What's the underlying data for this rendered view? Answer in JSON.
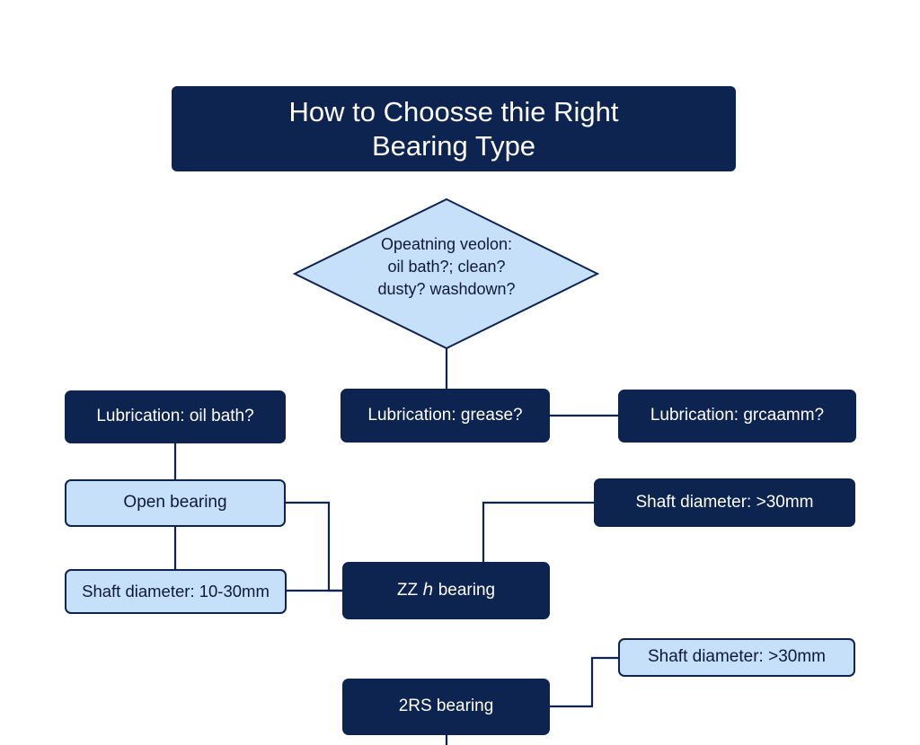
{
  "title": {
    "line1": "How to Choosse thie Right",
    "line2": "Bearing Type"
  },
  "decision": {
    "line1": "Opeatning veolon:",
    "line2": "oil bath?; clean?",
    "line3": "dusty? washdown?"
  },
  "nodes": {
    "lube_oil": "Lubrication: oil bath?",
    "lube_grease": "Lubrication: grease?",
    "lube_right": "Lubrication: grcaamm?",
    "open_bearing": "Open bearing",
    "shaft_left": "Shaft diameter: 10-30mm",
    "shaft_right_upper": "Shaft diameter:  >30mm",
    "zz_bearing": "ZZ ℎ bearing",
    "shaft_right_lower": "Shaft diameter: >30mm",
    "rs_bearing": "2RS bearing"
  },
  "colors": {
    "dark": "#0d2350",
    "light": "#c7e0fa",
    "line": "#0d2350"
  }
}
